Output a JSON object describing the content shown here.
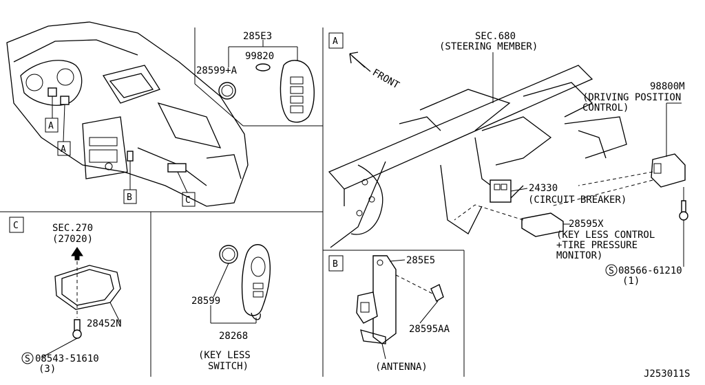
{
  "callouts": {
    "box_a": "A",
    "box_b": "B",
    "box_c": "C"
  },
  "top_left": {
    "key_fob_part": "285E3",
    "emblem_part": "99820",
    "battery_part": "28599+A"
  },
  "steering": {
    "sec_ref": "SEC.680",
    "sec_name": "(STEERING MEMBER)",
    "front_label": "FRONT",
    "dpc_part": "98800M",
    "dpc_name_1": "(DRIVING POSITION",
    "dpc_name_2": "CONTROL)",
    "breaker_part": "24330",
    "breaker_name": "(CIRCUIT BREAKER)",
    "klc_part": "28595X",
    "klc_name_1": "(KEY LESS CONTROL",
    "klc_name_2": "+TIRE PRESSURE",
    "klc_name_3": "MONITOR)",
    "bolt_part": "08566-61210",
    "bolt_qty": "(1)"
  },
  "section_c": {
    "sec_ref": "SEC.270",
    "sec_sub": "(27020)",
    "bracket_part": "28452N",
    "bolt_part": "08543-51610",
    "bolt_qty": "(3)"
  },
  "keyless_switch": {
    "battery_part": "28599",
    "switch_part": "28268",
    "caption_1": "(KEY LESS",
    "caption_2": "SWITCH)"
  },
  "section_b": {
    "antenna_bracket_part": "285E5",
    "antenna_part": "28595AA",
    "caption": "(ANTENNA)"
  },
  "drawing_id": "J253011S",
  "bolt_symbol": "S"
}
